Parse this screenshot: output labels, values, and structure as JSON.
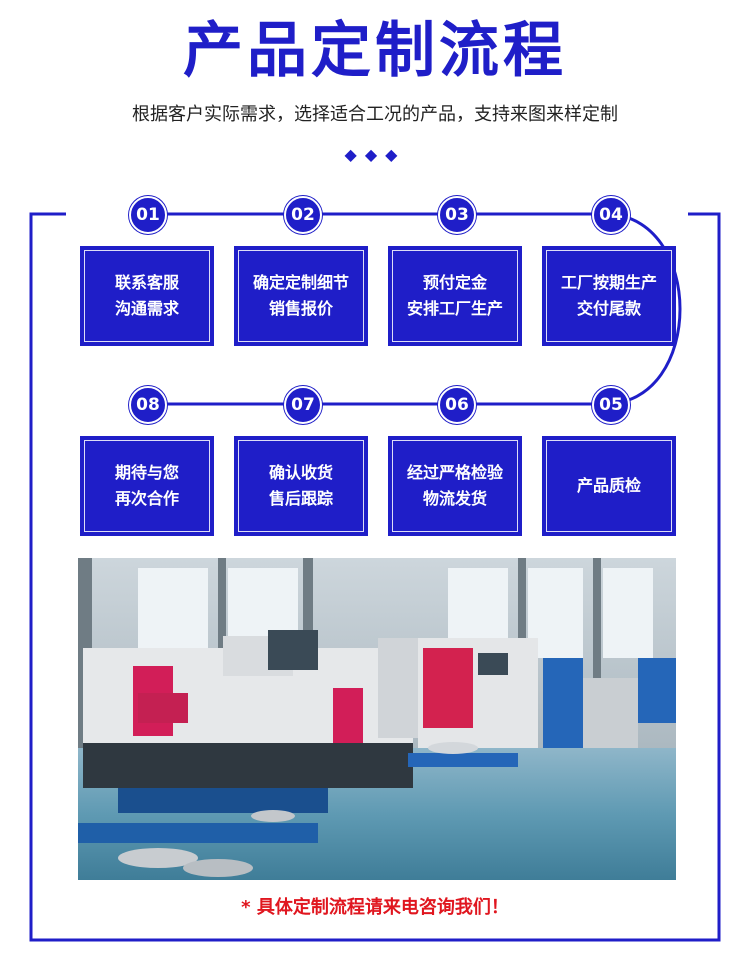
{
  "header": {
    "title": "产品定制流程",
    "subtitle": "根据客户实际需求，选择适合工况的产品，支持来图来样定制",
    "diamonds": "◆◆◆"
  },
  "steps": [
    {
      "num": "01",
      "line1": "联系客服",
      "line2": "沟通需求"
    },
    {
      "num": "02",
      "line1": "确定定制细节",
      "line2": "销售报价"
    },
    {
      "num": "03",
      "line1": "预付定金",
      "line2": "安排工厂生产"
    },
    {
      "num": "04",
      "line1": "工厂按期生产",
      "line2": "交付尾款"
    },
    {
      "num": "05",
      "line1": "产品质检",
      "line2": ""
    },
    {
      "num": "06",
      "line1": "经过严格检验",
      "line2": "物流发货"
    },
    {
      "num": "07",
      "line1": "确认收货",
      "line2": "售后跟踪"
    },
    {
      "num": "08",
      "line1": "期待与您",
      "line2": "再次合作"
    }
  ],
  "notice": "* 具体定制流程请来电咨询我们！",
  "colors": {
    "accent": "#1f1ec8",
    "notice": "#e0161f"
  }
}
